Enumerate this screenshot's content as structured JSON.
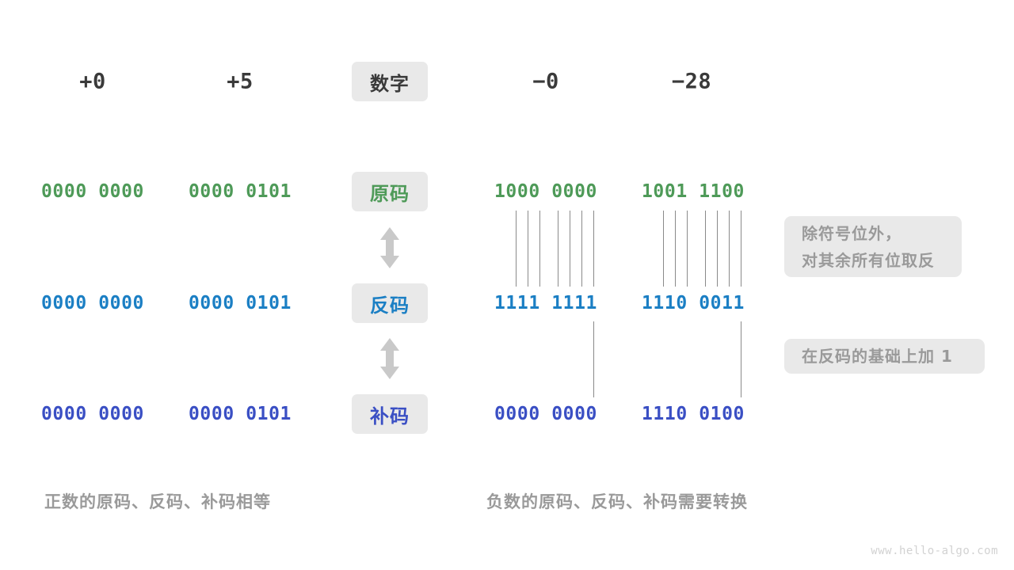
{
  "diagram": {
    "watermark": "www.hello-algo.com",
    "row_label_badges": [
      {
        "id": "number",
        "text": "数字",
        "color": "#3a3a3a"
      },
      {
        "id": "sign-magnitude",
        "text": "原码",
        "color": "#4e9a58"
      },
      {
        "id": "ones-complement",
        "text": "反码",
        "color": "#1b7fc4"
      },
      {
        "id": "twos-complement",
        "text": "补码",
        "color": "#3a4fc4"
      }
    ],
    "headers": {
      "pos_zero": "+0",
      "pos_five": "+5",
      "neg_zero": "−0",
      "neg_twentyeight": "−28"
    },
    "sign_magnitude": {
      "pos_zero": "0000 0000",
      "pos_five": "0000 0101",
      "neg_zero": "1000 0000",
      "neg_twentyeight": "1001 1100"
    },
    "ones_complement": {
      "pos_zero": "0000 0000",
      "pos_five": "0000 0101",
      "neg_zero": "1111 1111",
      "neg_twentyeight": "1110 0011"
    },
    "twos_complement": {
      "pos_zero": "0000 0000",
      "pos_five": "0000 0101",
      "neg_zero": "0000 0000",
      "neg_twentyeight": "1110 0100"
    },
    "notes": {
      "invert_line1": "除符号位外，",
      "invert_line2": "对其余所有位取反",
      "add_one": "在反码的基础上加 1"
    },
    "captions": {
      "positive": "正数的原码、反码、补码相等",
      "negative": "负数的原码、反码、补码需要转换"
    },
    "colors": {
      "green": "#4e9a58",
      "blue": "#1b7fc4",
      "indigo": "#3a4fc4",
      "badge_bg": "#e9e9e9",
      "note_text": "#9a9a9a",
      "connector": "#8a8a8a",
      "arrow": "#c9c9c9"
    }
  }
}
